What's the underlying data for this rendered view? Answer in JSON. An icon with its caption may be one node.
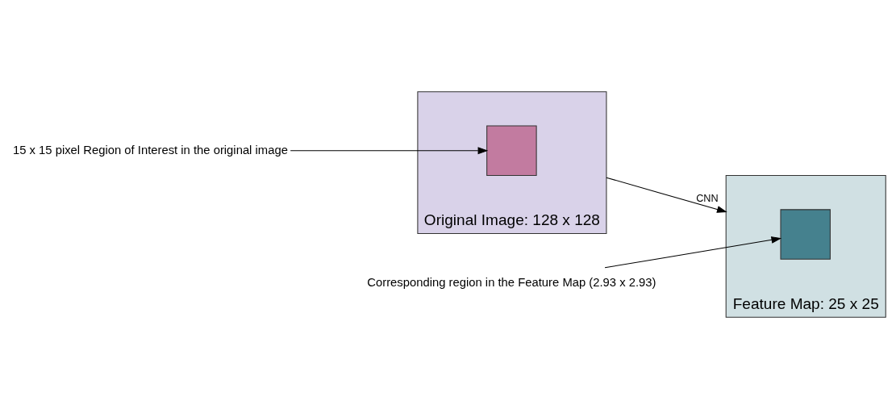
{
  "diagram": {
    "nodes": [
      {
        "text": [
          "15 x 15 pixel Region of Interest in the original image"
        ]
      },
      {
        "text": [
          "Original Image: 128 x 128"
        ]
      },
      {
        "text": [],
        "shape": "box",
        "in": 1
      },
      {
        "text": [
          "Corresponding region in the Feature Map (2.93 x 2.93)"
        ]
      },
      {
        "text": [
          "Feature Map: 25 x 25"
        ]
      },
      {
        "text": [],
        "shape": "box",
        "in": 4
      }
    ],
    "edges": [
      {
        "from": 0,
        "to": 2,
        "arrow": "to"
      },
      {
        "from": 1,
        "to": 4,
        "arrow": "to",
        "label": "CNN"
      },
      {
        "from": 3,
        "to": 5,
        "arrow": "to"
      }
    ]
  }
}
